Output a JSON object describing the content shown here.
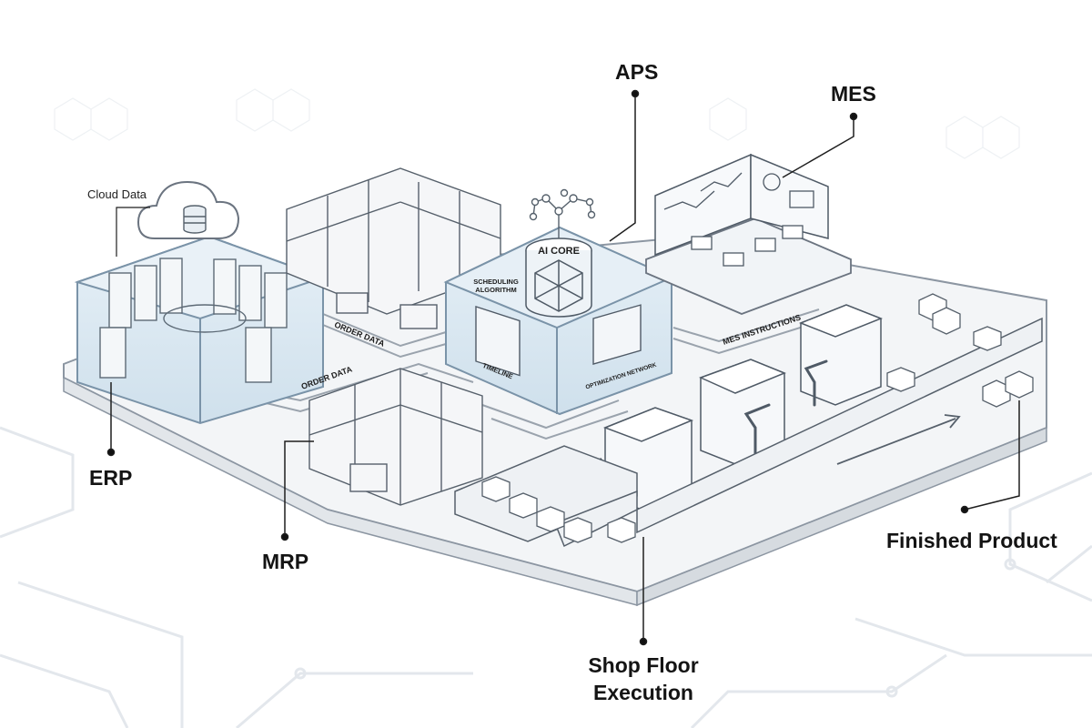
{
  "labels": {
    "aps": "APS",
    "mes": "MES",
    "erp": "ERP",
    "mrp": "MRP",
    "finished_product": "Finished Product",
    "shop_floor_line1": "Shop Floor",
    "shop_floor_line2": "Execution",
    "cloud_data": "Cloud Data"
  },
  "annotations": {
    "ai_core": "AI CORE",
    "scheduling_line1": "SCHEDULING",
    "scheduling_line2": "ALGORITHM",
    "timeline": "TIMELINE",
    "optimization_network": "OPTIMIZATION NETWORK",
    "order_data_1": "ORDER DATA",
    "order_data_2": "ORDER DATA",
    "mes_instructions": "MES INSTRUCTIONS"
  },
  "colors": {
    "ink": "#141414",
    "line": "#6b7480",
    "glass": "#dcebf5",
    "glass_stroke": "#7a93a8",
    "floor": "#f4f6f8",
    "circuit": "#e3e7ec"
  }
}
